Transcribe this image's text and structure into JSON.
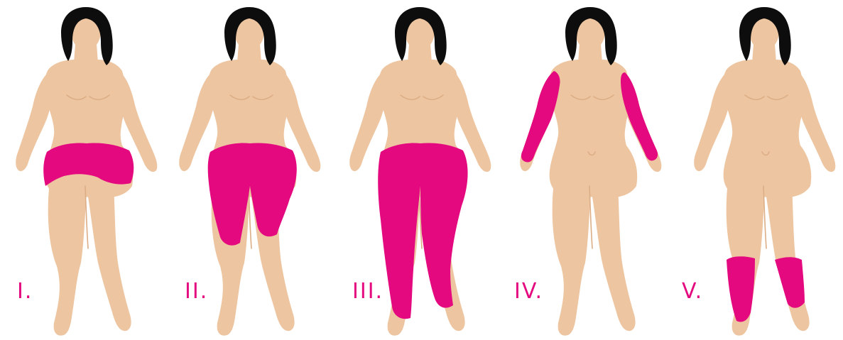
{
  "colors": {
    "background": "#ffffff",
    "skin": "#edc5a0",
    "skin_shadow": "#dcae86",
    "hair": "#0d0d0d",
    "highlight": "#e4097e",
    "label": "#e4097e"
  },
  "figures": [
    {
      "label": "I.",
      "coverage": "hips-shorts"
    },
    {
      "label": "II.",
      "coverage": "hips-thighs-to-knee"
    },
    {
      "label": "III.",
      "coverage": "hips-full-legs-to-ankle"
    },
    {
      "label": "IV.",
      "coverage": "arms-full-length"
    },
    {
      "label": "V.",
      "coverage": "lower-legs-calves"
    }
  ]
}
